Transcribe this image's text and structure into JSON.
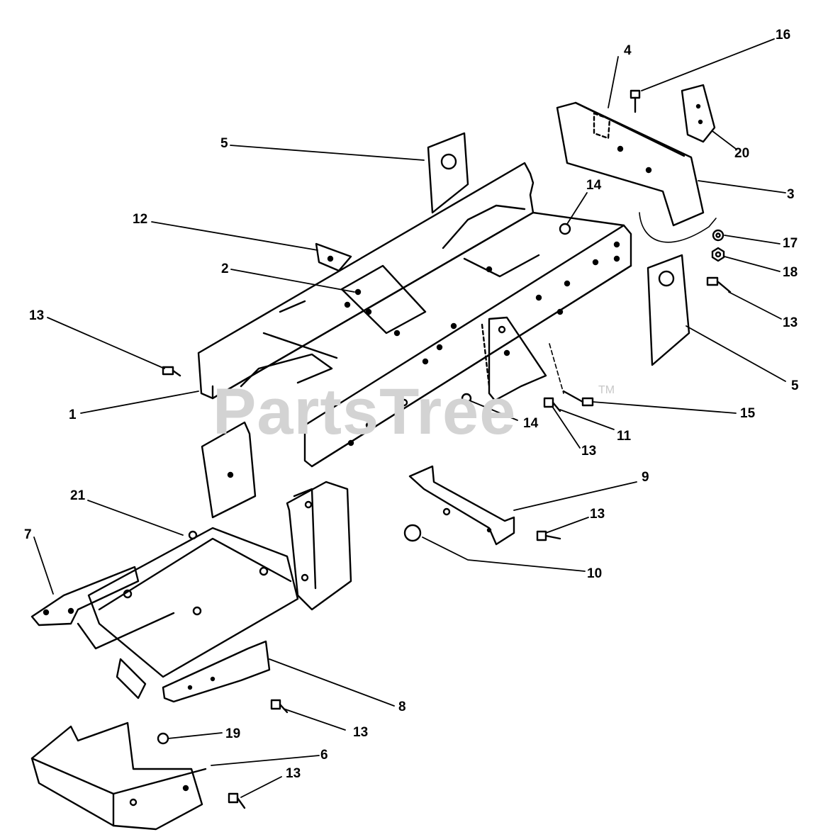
{
  "watermark": {
    "text": "PartsTree",
    "trademark": "TM"
  },
  "callouts": {
    "c1": "1",
    "c2": "2",
    "c3": "3",
    "c4": "4",
    "c5a": "5",
    "c5b": "5",
    "c6": "6",
    "c7": "7",
    "c8": "8",
    "c9": "9",
    "c10": "10",
    "c11": "11",
    "c12": "12",
    "c13a": "13",
    "c13b": "13",
    "c13c": "13",
    "c13d": "13",
    "c13e": "13",
    "c13f": "13",
    "c14a": "14",
    "c14b": "14",
    "c15": "15",
    "c16": "16",
    "c17": "17",
    "c18": "18",
    "c19": "19",
    "c20": "20",
    "c21": "21"
  },
  "colors": {
    "ink": "#000000",
    "watermark": "#d3d3d3",
    "paper": "#ffffff"
  }
}
